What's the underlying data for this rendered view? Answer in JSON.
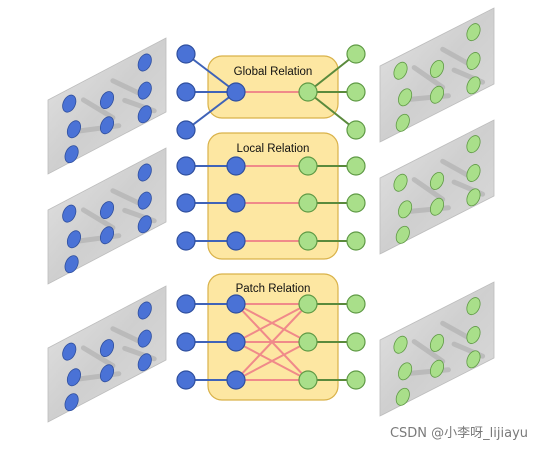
{
  "diagram": {
    "boxes": [
      {
        "label": "Global Relation",
        "type": "global"
      },
      {
        "label": "Local Relation",
        "type": "local"
      },
      {
        "label": "Patch Relation",
        "type": "patch"
      }
    ],
    "watermark": "CSDN @小李呀_lijiayu",
    "colors": {
      "box_fill": "#fde7a2",
      "box_stroke": "#d9b24a",
      "blue_node": "#4a72d6",
      "blue_node_stroke": "#2f4f9e",
      "green_node": "#a9df8a",
      "green_node_stroke": "#5f9a45",
      "blue_edge": "#3f63b8",
      "green_edge": "#5a8a3c",
      "red_edge": "#f08a8a",
      "panel_fill": "#d6d6d6",
      "panel_stroke": "#bdbdbd"
    }
  }
}
